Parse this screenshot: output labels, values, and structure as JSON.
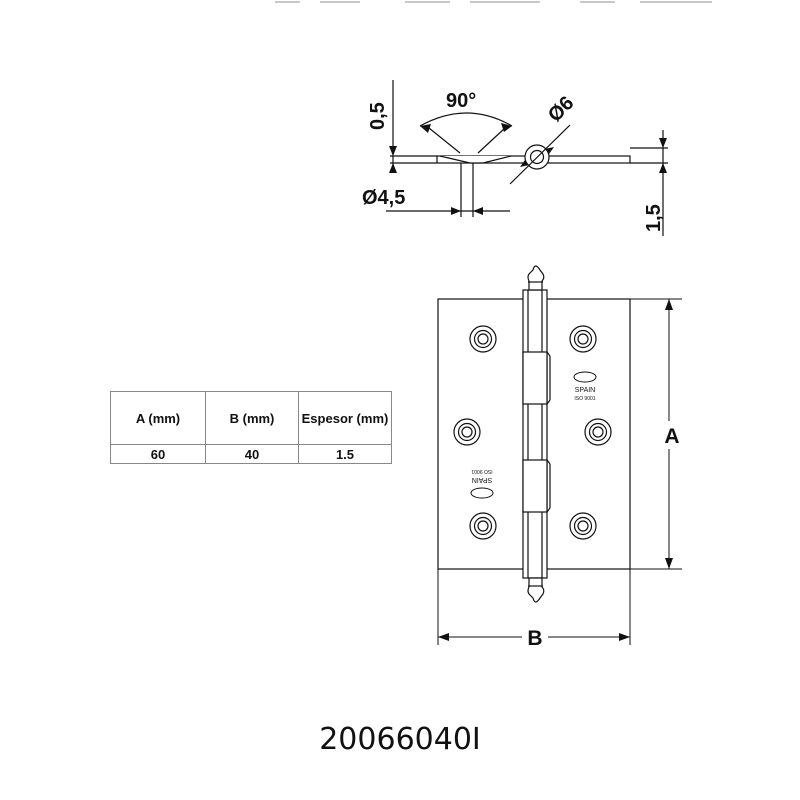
{
  "dimensions": {
    "thickness": "0,5",
    "angle": "90°",
    "pin_diameter": "Ø6",
    "hole_diameter": "Ø4,5",
    "knuckle_offset": "1,5",
    "height_label": "A",
    "width_label": "B"
  },
  "stamp": {
    "country": "SPAIN",
    "standard": "ISO 9001"
  },
  "spec_table": {
    "headers": [
      "A (mm)",
      "B (mm)",
      "Espesor (mm)"
    ],
    "rows": [
      [
        "60",
        "40",
        "1.5"
      ]
    ]
  },
  "product_code": "20066040I"
}
